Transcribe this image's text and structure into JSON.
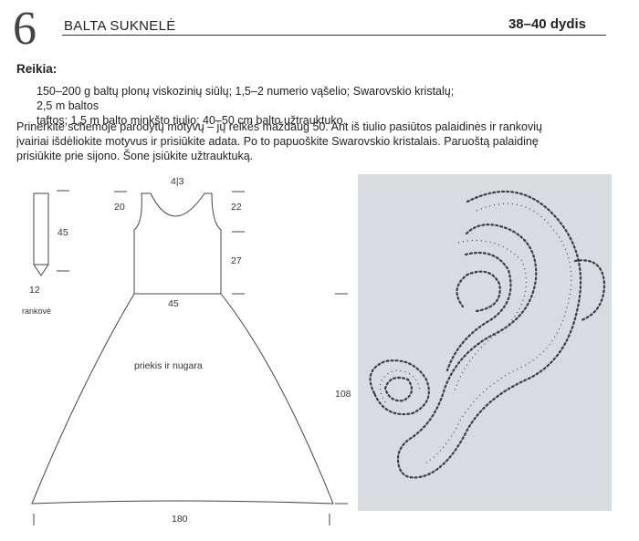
{
  "header": {
    "number": "6",
    "title": "BALTA SUKNELĖ",
    "size": "38–40 dydis"
  },
  "requirements": {
    "heading": "Reikia:",
    "materials_line1": "150–200 g baltų plonų viskozinių siūlų; 1,5–2 numerio vąšelio; Swarovskio kristalų; 2,5 m baltos",
    "materials_line2": "taftos; 1,5 m balto minkšto tiulio; 40–50 cm balto užtraukt­uko."
  },
  "instructions": {
    "line1": "Prinerkite schemoje parodytų motyvų – jų reikės maždaug 50. Ant iš tiulio pasiūtos palaidinės ir rankovių",
    "line2": "įvairiai išdėliokite motyvus ir prisiūkite adata. Po to papuoškite Swarovskio kristalais. Paruoštą palaidinę",
    "line3": "prisiūkite prie sijono. Šone jsiūkite užtraukt­uką."
  },
  "diagram": {
    "sleeve_length": "45",
    "sleeve_width": "12",
    "sleeve_label": "rankovė",
    "strap_widths": "4|3",
    "armhole_left": "20",
    "armhole_right": "22",
    "bodice_height": "27",
    "waist_width": "45",
    "body_label": "priekis ir nugara",
    "skirt_length": "108",
    "hem_width": "180"
  },
  "colors": {
    "pattern_background": "#d8dbe0",
    "pattern_stitch": "#3a3d47"
  }
}
